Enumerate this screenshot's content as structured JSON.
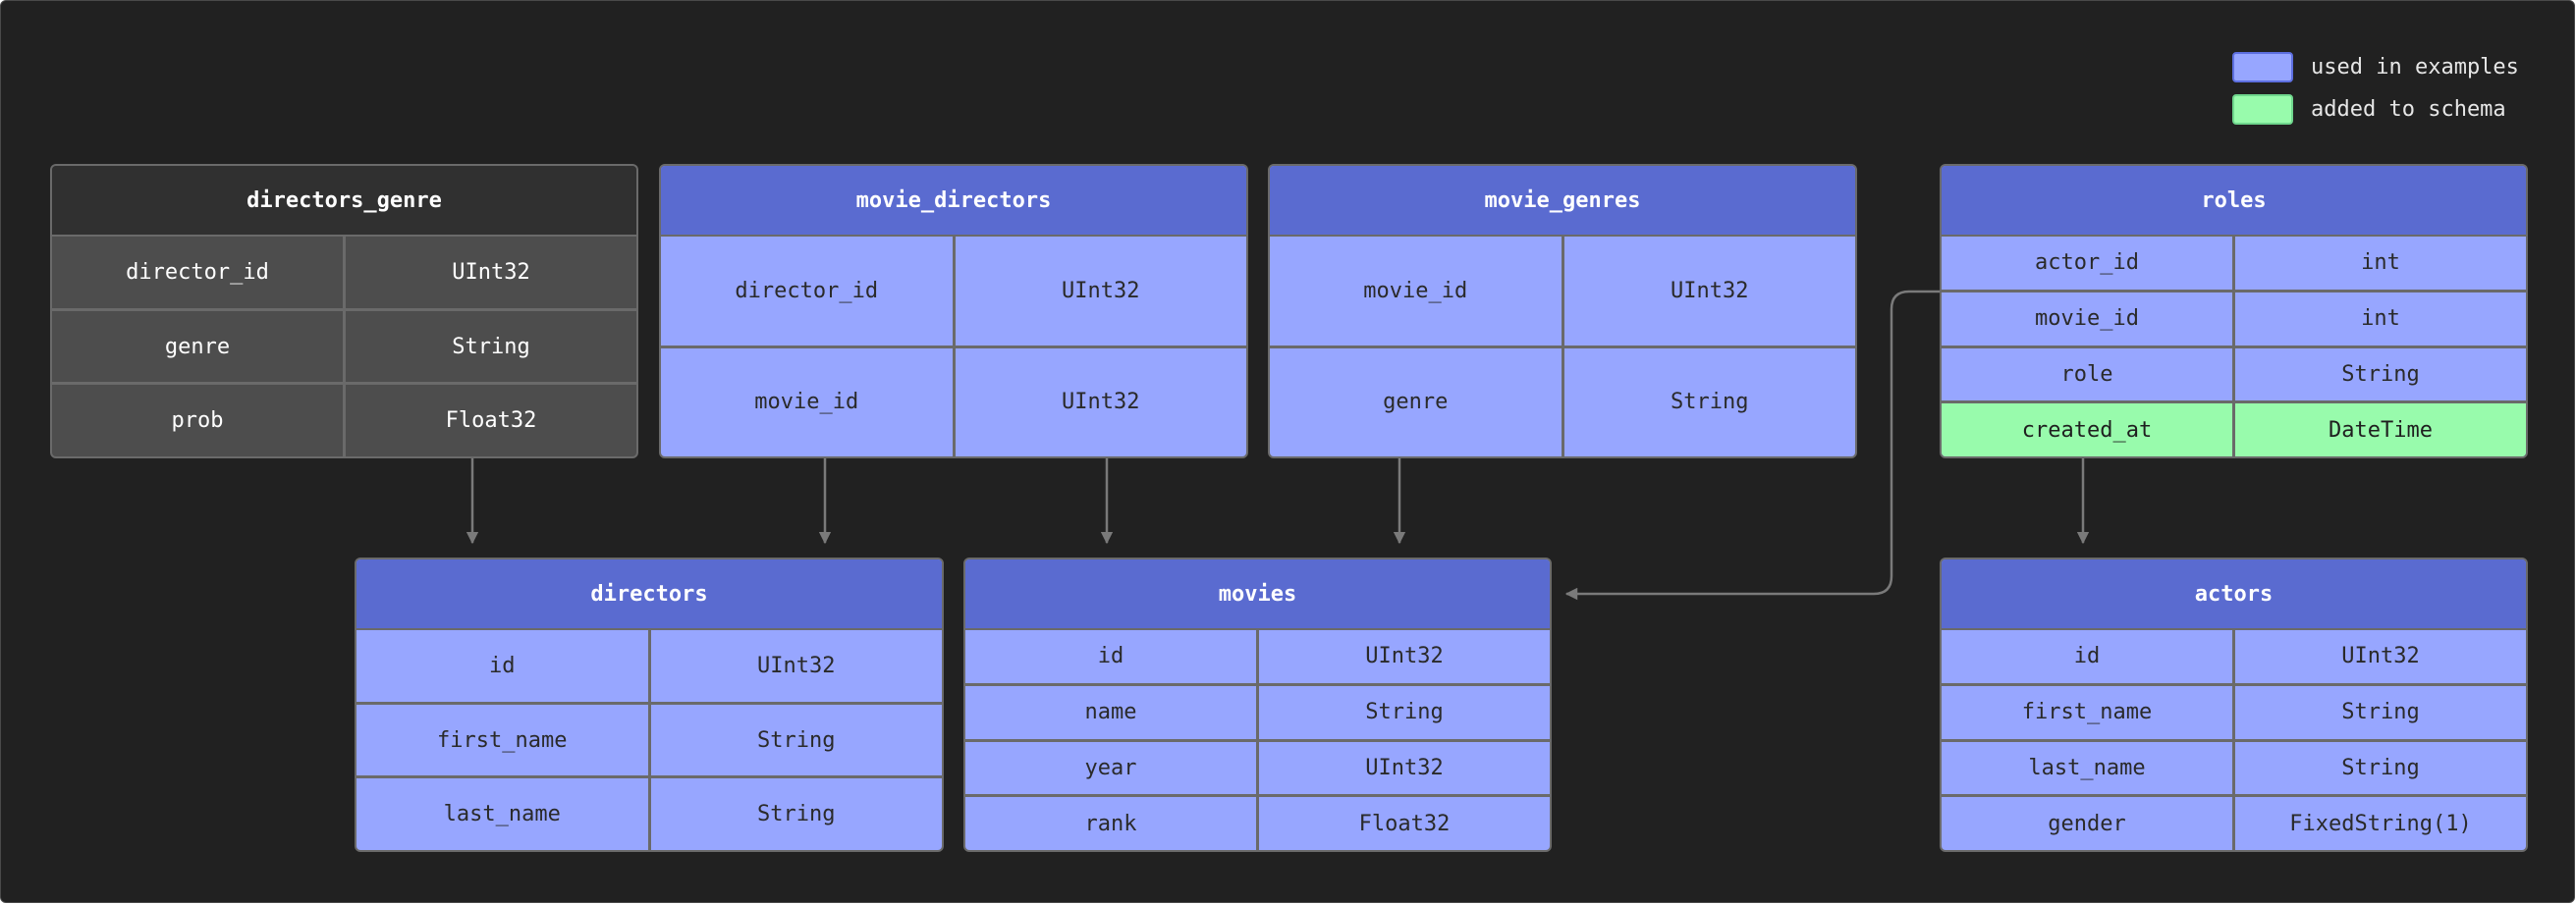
{
  "colors": {
    "background": "#212121",
    "used_in_examples": "#97a6ff",
    "added_to_schema": "#98fbac",
    "header_blue": "#5a6bd0",
    "header_dark": "#303030",
    "connector": "#7a7a7a"
  },
  "legend": {
    "used_label": "used in examples",
    "added_label": "added to schema"
  },
  "tables": {
    "directors_genre": {
      "name": "directors_genre",
      "rows": [
        {
          "col": "director_id",
          "type": "UInt32"
        },
        {
          "col": "genre",
          "type": "String"
        },
        {
          "col": "prob",
          "type": "Float32"
        }
      ]
    },
    "movie_directors": {
      "name": "movie_directors",
      "rows": [
        {
          "col": "director_id",
          "type": "UInt32"
        },
        {
          "col": "movie_id",
          "type": "UInt32"
        }
      ]
    },
    "movie_genres": {
      "name": "movie_genres",
      "rows": [
        {
          "col": "movie_id",
          "type": "UInt32"
        },
        {
          "col": "genre",
          "type": "String"
        }
      ]
    },
    "roles": {
      "name": "roles",
      "rows": [
        {
          "col": "actor_id",
          "type": "int"
        },
        {
          "col": "movie_id",
          "type": "int"
        },
        {
          "col": "role",
          "type": "String"
        },
        {
          "col": "created_at",
          "type": "DateTime"
        }
      ]
    },
    "directors": {
      "name": "directors",
      "rows": [
        {
          "col": "id",
          "type": "UInt32"
        },
        {
          "col": "first_name",
          "type": "String"
        },
        {
          "col": "last_name",
          "type": "String"
        }
      ]
    },
    "movies": {
      "name": "movies",
      "rows": [
        {
          "col": "id",
          "type": "UInt32"
        },
        {
          "col": "name",
          "type": "String"
        },
        {
          "col": "year",
          "type": "UInt32"
        },
        {
          "col": "rank",
          "type": "Float32"
        }
      ]
    },
    "actors": {
      "name": "actors",
      "rows": [
        {
          "col": "id",
          "type": "UInt32"
        },
        {
          "col": "first_name",
          "type": "String"
        },
        {
          "col": "last_name",
          "type": "String"
        },
        {
          "col": "gender",
          "type": "FixedString(1)"
        }
      ]
    }
  }
}
